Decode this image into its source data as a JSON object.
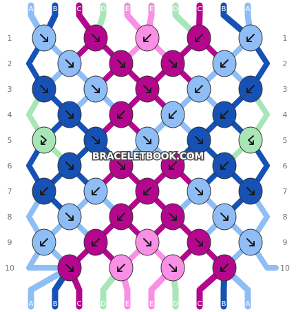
{
  "pattern": {
    "watermark": "BRACELETBOOK.COM",
    "top_labels": [
      "A",
      "B",
      "C",
      "D",
      "E",
      "E",
      "D",
      "C",
      "B",
      "A"
    ],
    "bottom_labels": [
      "A",
      "B",
      "C",
      "D",
      "E",
      "E",
      "D",
      "C",
      "B",
      "A"
    ],
    "row_numbers": [
      "1",
      "2",
      "3",
      "4",
      "5",
      "6",
      "7",
      "8",
      "9",
      "10"
    ],
    "colors": {
      "A": "#8fbdf5",
      "B": "#1652b5",
      "C": "#b5078e",
      "D": "#a8e6b8",
      "E": "#fa8fe6"
    },
    "knot_rows": [
      [
        "right-arrow",
        "right-arrow",
        "left-arrow",
        "left-arrow",
        "left-arrow"
      ],
      [
        "right-arrow",
        "right-arrow",
        "right-arrow",
        "left-arrow"
      ],
      [
        "right-arrow",
        "right-arrow",
        "right-arrow",
        "left-arrow",
        "left-arrow"
      ],
      [
        "right-arrow",
        "left-arrow",
        "left-arrow",
        "left-arrow"
      ],
      [
        "forward-backward",
        "right-arrow",
        "right-arrow",
        "right-arrow",
        "backward-forward"
      ],
      [
        "right-arrow",
        "right-arrow",
        "left-arrow",
        "left-arrow"
      ],
      [
        "left-arrow",
        "left-arrow",
        "left-arrow",
        "right-arrow",
        "right-arrow"
      ],
      [
        "right-arrow",
        "left-arrow",
        "right-arrow",
        "right-arrow"
      ],
      [
        "left-arrow",
        "left-arrow",
        "right-arrow",
        "right-arrow",
        "right-arrow"
      ],
      [
        "right-arrow",
        "left-arrow",
        "right-arrow",
        "left-arrow"
      ]
    ],
    "knot_colors": [
      [
        "A",
        "C",
        "E",
        "C",
        "A"
      ],
      [
        "A",
        "C",
        "C",
        "A"
      ],
      [
        "B",
        "A",
        "C",
        "A",
        "B"
      ],
      [
        "B",
        "C",
        "A",
        "B"
      ],
      [
        "D",
        "B",
        "A",
        "B",
        "D"
      ],
      [
        "B",
        "C",
        "C",
        "B"
      ],
      [
        "B",
        "A",
        "C",
        "A",
        "B"
      ],
      [
        "A",
        "C",
        "C",
        "A"
      ],
      [
        "A",
        "C",
        "E",
        "C",
        "A"
      ],
      [
        "C",
        "E",
        "E",
        "C"
      ]
    ]
  }
}
